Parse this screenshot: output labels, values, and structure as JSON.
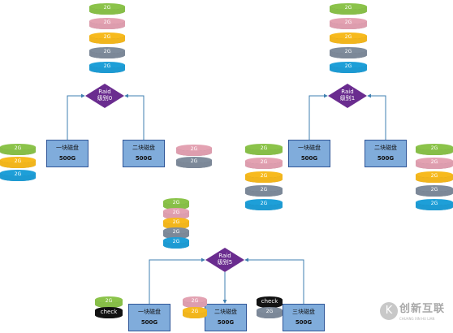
{
  "colors": {
    "green": "#8BC34A",
    "pink": "#E3A2B2",
    "yellow": "#F7BA1E",
    "gray": "#7F8C9C",
    "blue": "#1E9FD8",
    "black": "#111111",
    "box_fill": "#80ACDB",
    "box_border": "#2F5597",
    "diamond": "#6A2C8F",
    "line": "#3F7FB0"
  },
  "disk_unit_label": "2G",
  "check_label": "check",
  "diagrams": {
    "raid0": {
      "diamond": {
        "line1": "Raid",
        "line2": "级别0"
      },
      "stack": [
        "green",
        "pink",
        "yellow",
        "gray",
        "blue"
      ],
      "disks": [
        {
          "name": "一块磁盘",
          "size": "500G",
          "contents": [
            "green",
            "yellow",
            "blue"
          ]
        },
        {
          "name": "二块磁盘",
          "size": "500G",
          "contents": [
            "pink",
            "gray"
          ]
        }
      ]
    },
    "raid1": {
      "diamond": {
        "line1": "Raid",
        "line2": "级别1"
      },
      "stack": [
        "green",
        "pink",
        "yellow",
        "gray",
        "blue"
      ],
      "disks": [
        {
          "name": "一块磁盘",
          "size": "500G",
          "contents": [
            "green",
            "pink",
            "yellow",
            "gray",
            "blue"
          ]
        },
        {
          "name": "二块磁盘",
          "size": "500G",
          "contents": [
            "green",
            "pink",
            "yellow",
            "gray",
            "blue"
          ]
        }
      ]
    },
    "raid5": {
      "diamond": {
        "line1": "Raid",
        "line2": "级别5"
      },
      "stack": [
        "green",
        "pink",
        "yellow",
        "gray",
        "blue"
      ],
      "disks": [
        {
          "name": "一块磁盘",
          "size": "500G",
          "contents": [
            "green",
            "check"
          ]
        },
        {
          "name": "二块磁盘",
          "size": "500G",
          "contents": [
            "pink",
            "yellow"
          ]
        },
        {
          "name": "三块磁盘",
          "size": "500G",
          "contents": [
            "check",
            "gray"
          ]
        }
      ]
    }
  },
  "logo": {
    "mark": "K",
    "title": "创新互联",
    "subtitle": "CHUANG XIN HU LIAN"
  }
}
